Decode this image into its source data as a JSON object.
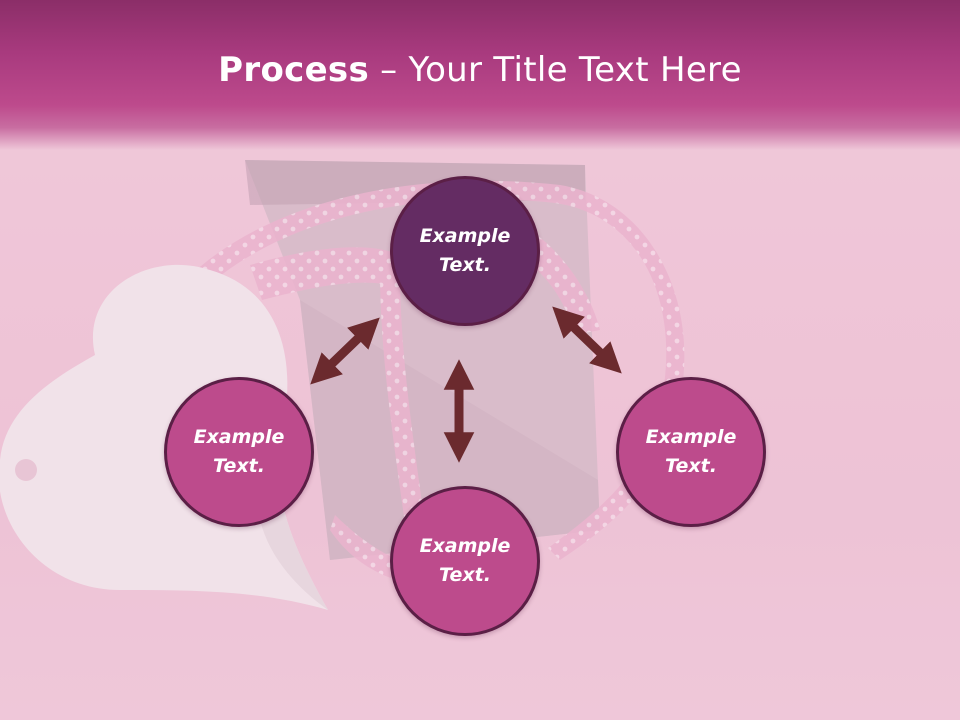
{
  "title": {
    "bold": "Process",
    "rest": " – Your Title Text Here"
  },
  "nodes": {
    "top": "Example\nText.",
    "left": "Example\nText.",
    "right": "Example\nText.",
    "bottom": "Example\nText."
  },
  "colors": {
    "header": "#a83a7e",
    "main_node": "#642c63",
    "sub_node": "#bd4b8c",
    "node_border": "#5b1f46",
    "arrow": "#6b2a2e"
  }
}
